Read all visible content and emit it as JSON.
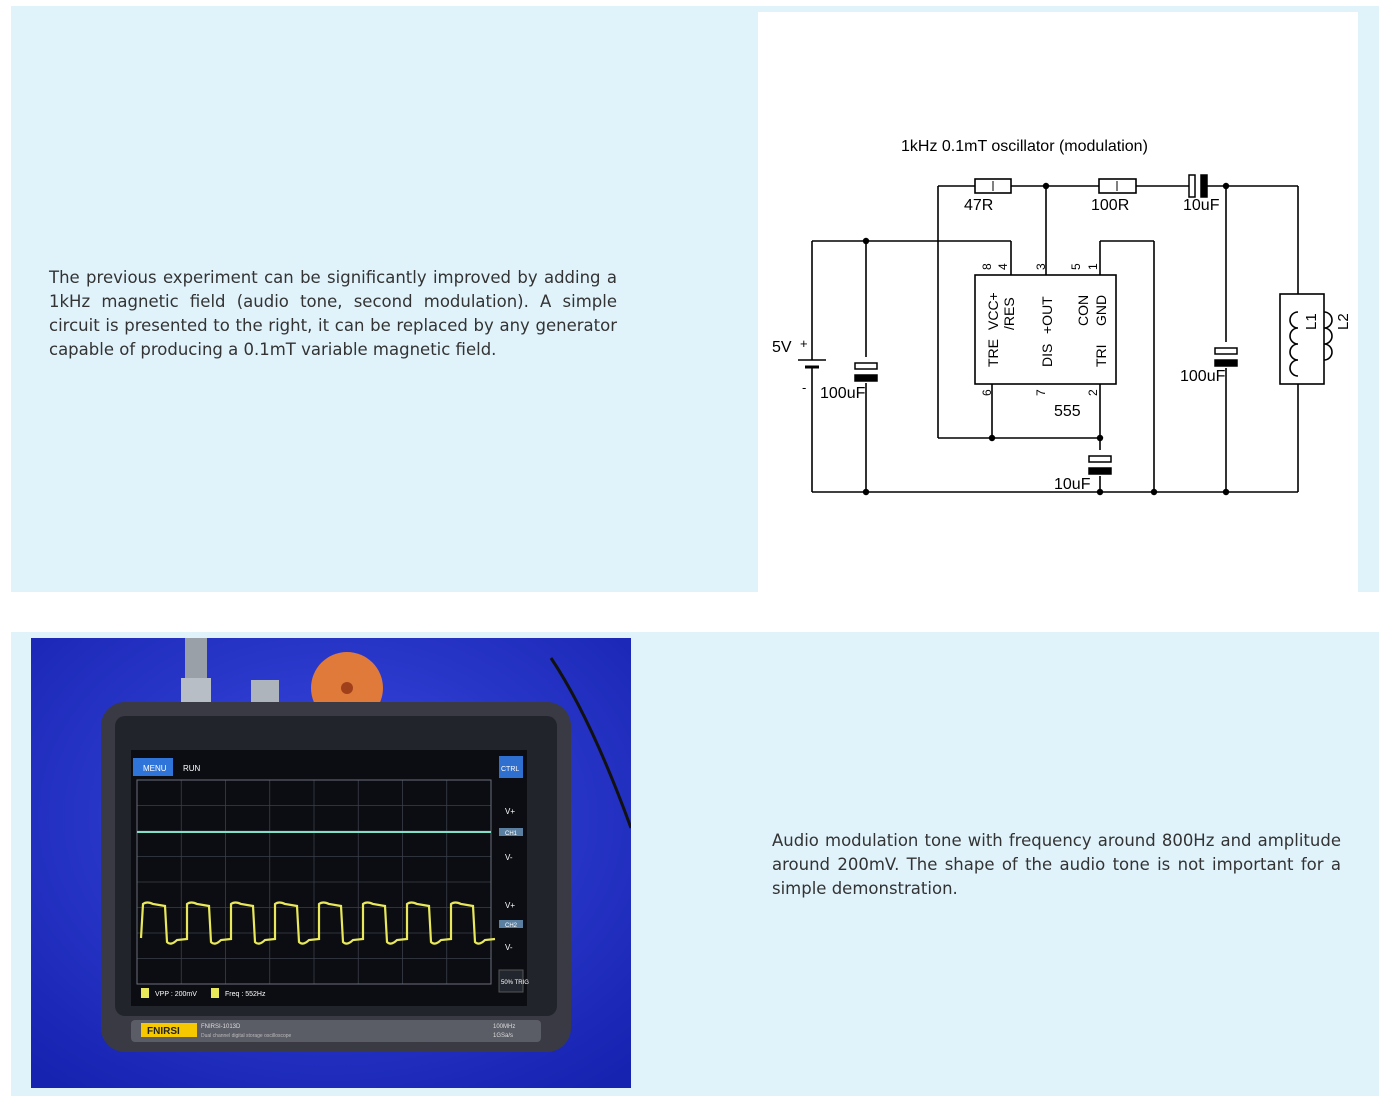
{
  "section1": {
    "text": "The previous experiment can be significantly improved by adding a 1kHz magnetic field (audio tone, second modulation). A simple circuit is presented to the right, it can be replaced by any generator capable of producing a 0.1mT variable magnetic field."
  },
  "schematic": {
    "title": "1kHz 0.1mT oscillator (modulation)",
    "r1": "47R",
    "r2": "100R",
    "c_out": "10uF",
    "c_supply": "100uF",
    "c_right": "100uF",
    "c_tri": "10uF",
    "supply": "5V",
    "supply_plus": "+",
    "supply_minus": "-",
    "chip": "555",
    "pin8": "8",
    "pin4": "4",
    "pin3": "3",
    "pin5": "5",
    "pin1": "1",
    "pin6": "6",
    "pin7": "7",
    "pin2": "2",
    "lbl_tre": "TRE",
    "lbl_vcc": "VCC+",
    "lbl_res": "/RES",
    "lbl_dis": "DIS",
    "lbl_out": "+OUT",
    "lbl_con": "CON",
    "lbl_gnd": "GND",
    "lbl_tri": "TRI",
    "l1": "L1",
    "l2": "L2"
  },
  "section2": {
    "text": "Audio modulation tone with frequency around 800Hz and amplitude around 200mV. The shape of the audio tone is not important for a simple demonstration."
  },
  "photo": {
    "menu": "MENU",
    "run": "RUN",
    "ctrl": "CTRL",
    "ch1": "CH1",
    "ch2": "CH2",
    "v_plus": "V+",
    "v_minus": "V-",
    "trig": "50% TRIG",
    "vpp": "VPP : 200mV",
    "freq": "Freq : 552Hz",
    "brand": "FNIRSI",
    "model": "FNIRSI-1013D",
    "model_desc": "Dual channel digital storage oscilloscope",
    "spec1": "100MHz",
    "spec2": "1GSa/s"
  },
  "colors": {
    "panel_bg": "#e0f3fb",
    "text": "#333333",
    "photo_bg": "#1f2fd2",
    "ch1_trace": "#7fe0c8",
    "ch2_trace": "#e8e85a",
    "brand_yellow": "#f5c800"
  }
}
